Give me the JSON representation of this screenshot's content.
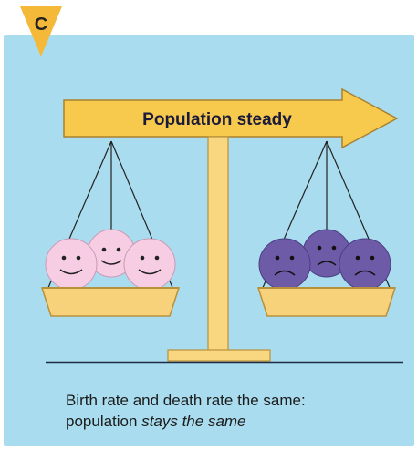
{
  "badge": {
    "letter": "C",
    "color": "#f5b93a"
  },
  "arrow": {
    "label": "Population steady",
    "fill": "#f7c94d"
  },
  "caption": {
    "line1": "Birth rate and death rate the same:",
    "line2_plain": "population ",
    "line2_italic": "stays the same"
  },
  "scale": {
    "left_pan": {
      "faces": [
        "smiling",
        "smiling",
        "smiling"
      ],
      "face_color": "#f6cde3"
    },
    "right_pan": {
      "faces": [
        "sad",
        "sad",
        "sad"
      ],
      "face_color": "#6d5ba8"
    },
    "balanced": true
  },
  "colors": {
    "background": "#a9dcee",
    "wood": "#f7d27a",
    "wood_dark": "#b8923a"
  }
}
